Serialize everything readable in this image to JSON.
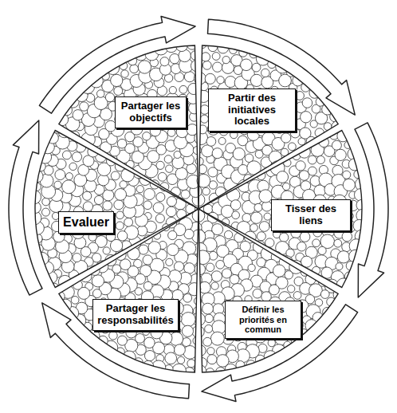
{
  "diagram": {
    "nodes": [
      {
        "text": [
          "Partager les objectifs"
        ]
      },
      {
        "text": [
          "Partir des initiatives locales"
        ]
      },
      {
        "text": [
          "Tisser des liens"
        ]
      },
      {
        "text": [
          "Définir les priorités en commun"
        ]
      },
      {
        "text": [
          "Partager les responsabilités"
        ]
      },
      {
        "text": [
          "Evaluer"
        ]
      }
    ]
  }
}
